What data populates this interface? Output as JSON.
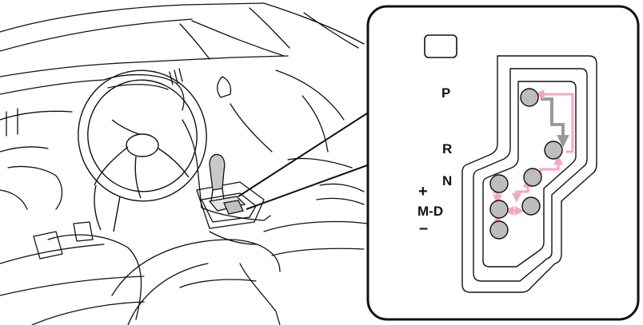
{
  "gear_labels": {
    "p": "P",
    "r": "R",
    "n": "N",
    "plus": "+",
    "md": "M-D",
    "minus": "–"
  },
  "colors": {
    "line": "#111111",
    "knob": "#bdbdbd",
    "gray_arrow": "#9a9a9a",
    "pink_arrow": "#f3a6c8"
  },
  "icons": [
    "steering-wheel-icon",
    "gear-lever-icon",
    "shift-button-icon"
  ]
}
